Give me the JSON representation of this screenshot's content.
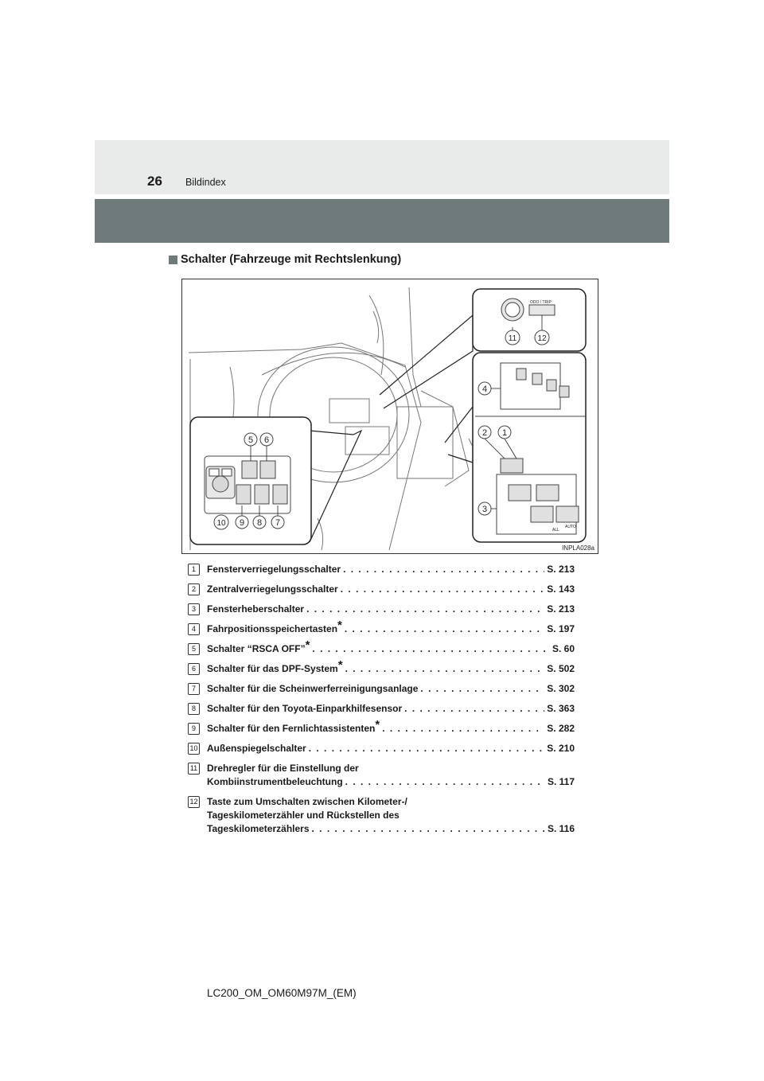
{
  "header": {
    "page_number": "26",
    "section": "Bildindex"
  },
  "section_title": "Schalter (Fahrzeuge mit Rechtslenkung)",
  "figure": {
    "code": "INPLA028a",
    "callouts": [
      "1",
      "2",
      "3",
      "4",
      "5",
      "6",
      "7",
      "8",
      "9",
      "10",
      "11",
      "12"
    ],
    "button_labels": {
      "odo_trip": "ODO / TRIP",
      "all": "ALL",
      "auto": "AUTO"
    }
  },
  "items": [
    {
      "num": "1",
      "lines": [],
      "label": "Fensterverriegelungsschalter",
      "star": false,
      "page": "S. 213"
    },
    {
      "num": "2",
      "lines": [],
      "label": "Zentralverriegelungsschalter",
      "star": false,
      "page": "S. 143"
    },
    {
      "num": "3",
      "lines": [],
      "label": "Fensterheberschalter",
      "star": false,
      "page": "S. 213"
    },
    {
      "num": "4",
      "lines": [],
      "label": "Fahrpositionsspeichertasten",
      "star": true,
      "page": "S. 197"
    },
    {
      "num": "5",
      "lines": [],
      "label": "Schalter “RSCA OFF”",
      "star": true,
      "page": "S. 60"
    },
    {
      "num": "6",
      "lines": [],
      "label": "Schalter für das DPF-System",
      "star": true,
      "page": "S. 502"
    },
    {
      "num": "7",
      "lines": [],
      "label": "Schalter für die Scheinwerferreinigungsanlage",
      "star": false,
      "page": "S. 302"
    },
    {
      "num": "8",
      "lines": [],
      "label": "Schalter für den Toyota-Einparkhilfesensor",
      "star": false,
      "page": "S. 363"
    },
    {
      "num": "9",
      "lines": [],
      "label": "Schalter für den Fernlichtassistenten",
      "star": true,
      "page": "S. 282"
    },
    {
      "num": "10",
      "lines": [],
      "label": "Außenspiegelschalter",
      "star": false,
      "page": "S. 210"
    },
    {
      "num": "11",
      "lines": [
        "Drehregler für die Einstellung der"
      ],
      "label": "Kombiinstrumentbeleuchtung",
      "star": false,
      "page": "S. 117"
    },
    {
      "num": "12",
      "lines": [
        "Taste zum Umschalten zwischen Kilometer-/",
        "Tageskilometerzähler und Rückstellen des"
      ],
      "label": "Tageskilometerzählers",
      "star": false,
      "page": "S. 116"
    }
  ],
  "footer": "LC200_OM_OM60M97M_(EM)"
}
